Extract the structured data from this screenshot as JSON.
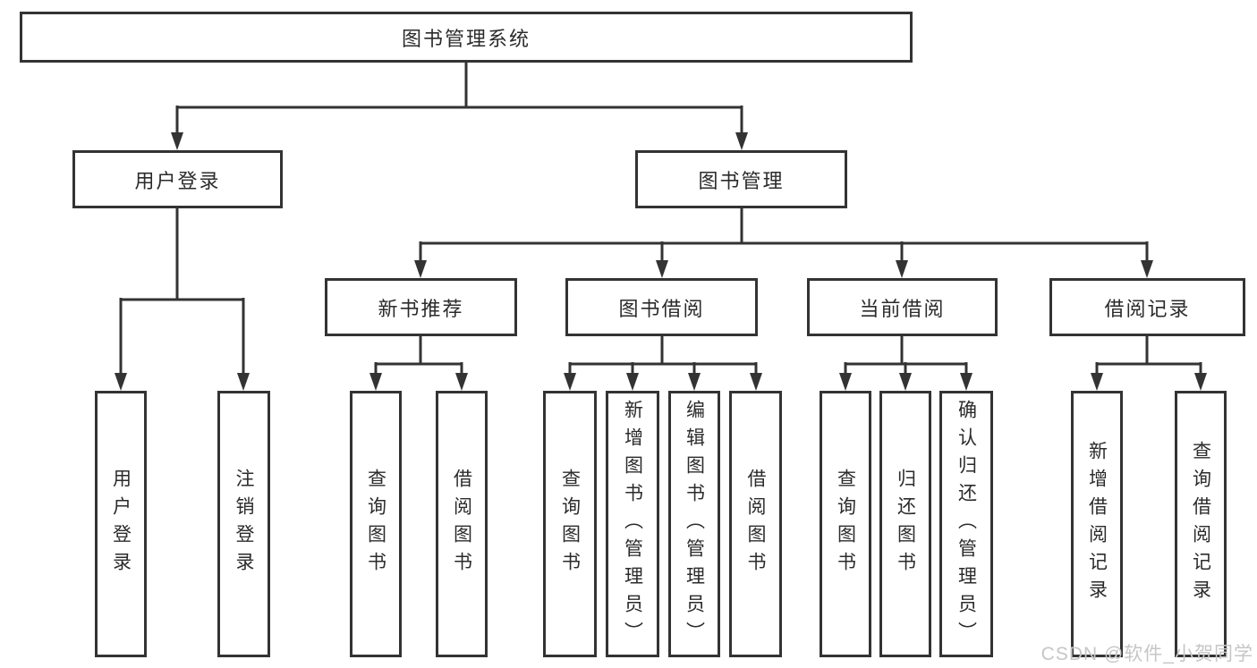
{
  "tree": {
    "root": "图书管理系统",
    "user_login": {
      "label": "用户登录",
      "children": {
        "login": "用户登录",
        "logout": "注销登录"
      }
    },
    "book_mgmt": {
      "label": "图书管理",
      "sections": {
        "new_books": {
          "label": "新书推荐",
          "children": {
            "query": "查询图书",
            "borrow": "借阅图书"
          }
        },
        "borrowing": {
          "label": "图书借阅",
          "children": {
            "query": "查询图书",
            "add": "新增图书（管理员）",
            "edit": "编辑图书（管理员）",
            "borrow": "借阅图书"
          }
        },
        "current": {
          "label": "当前借阅",
          "children": {
            "query": "查询图书",
            "return": "归还图书",
            "confirm": "确认归还（管理员）"
          }
        },
        "records": {
          "label": "借阅记录",
          "children": {
            "add": "新增借阅记录",
            "query": "查询借阅记录"
          }
        }
      }
    }
  },
  "watermark": "CSDN @软件_小贺同学",
  "colors": {
    "line": "#333333",
    "box_border": "#333333",
    "text": "#2b2b2b",
    "watermark": "#c6c6c6",
    "background": "#ffffff"
  }
}
